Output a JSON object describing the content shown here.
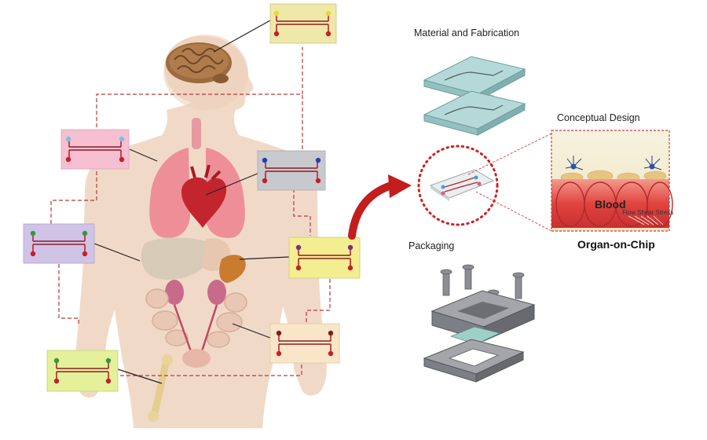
{
  "labels": {
    "material": "Material and Fabrication",
    "conceptual": "Conceptual Design",
    "packaging": "Packaging",
    "organ_on_chip": "Organ-on-Chip",
    "blood": "Blood",
    "flow_shear": "Flow Shear Stress"
  },
  "colors": {
    "body": "#f1d9c8",
    "dashed": "#b53a3a",
    "arrow": "#c31d1d",
    "chip_glass": "#a9cfcf",
    "vessel": "#e24a4a",
    "housing": "#7d7f86"
  },
  "organ_chips": [
    {
      "organ": "brain",
      "box": "#efe8a8",
      "port_top": "#e3d93b",
      "port_bottom": "#c0212b"
    },
    {
      "organ": "lung",
      "box": "#f7bfd2",
      "port_top": "#7bc1d8",
      "port_bottom": "#c0212b"
    },
    {
      "organ": "heart",
      "box": "#c7c9cd",
      "port_top": "#2c3db0",
      "port_bottom": "#c0212b"
    },
    {
      "organ": "liver",
      "box": "#cfc3e6",
      "port_top": "#2f9a3c",
      "port_bottom": "#c0212b"
    },
    {
      "organ": "pancreas",
      "box": "#f3ee8f",
      "port_top": "#7a2e8e",
      "port_bottom": "#c0212b"
    },
    {
      "organ": "kidney",
      "box": "#f9e6c8",
      "port_top": "#7a1e1e",
      "port_bottom": "#c0212b"
    },
    {
      "organ": "bone",
      "box": "#e4f09a",
      "port_top": "#2f9a3c",
      "port_bottom": "#c0212b"
    }
  ]
}
